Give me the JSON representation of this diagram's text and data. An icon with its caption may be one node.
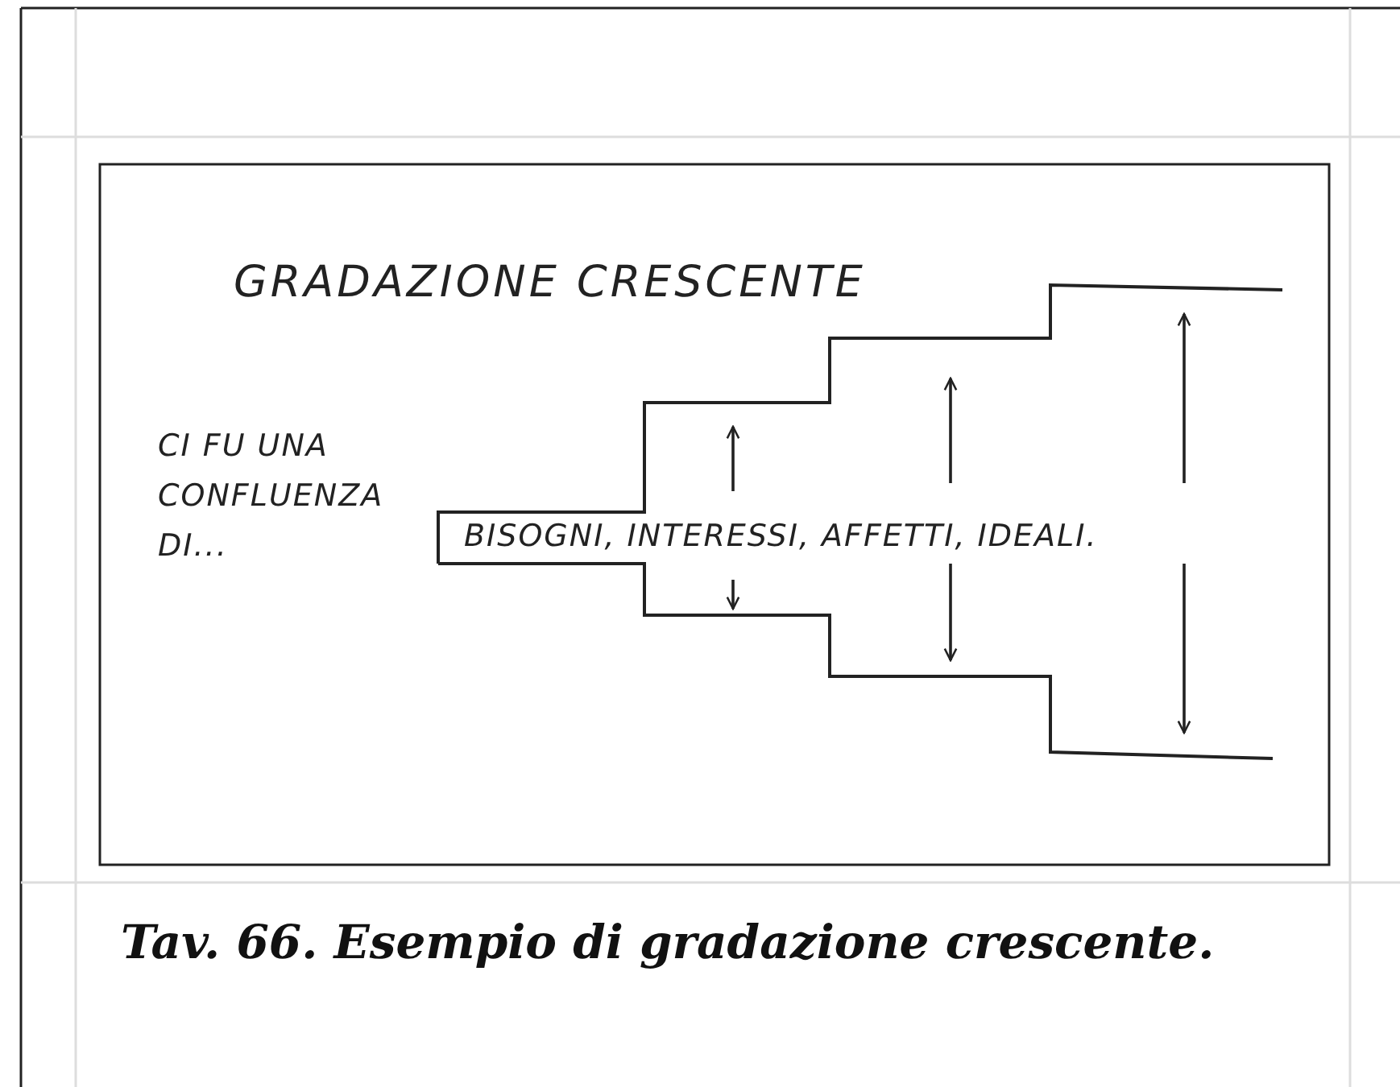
{
  "diagram": {
    "title": "GRADAZIONE CRESCENTE",
    "caption": "Tav. 66. Esempio di gradazione crescente.",
    "nodes": [
      {
        "text": [
          "BISOGNI, INTERESSI, AFFETTI, IDEALI."
        ]
      }
    ],
    "labels": [
      "CI FU UNA CONFLUENZA DI..."
    ]
  }
}
